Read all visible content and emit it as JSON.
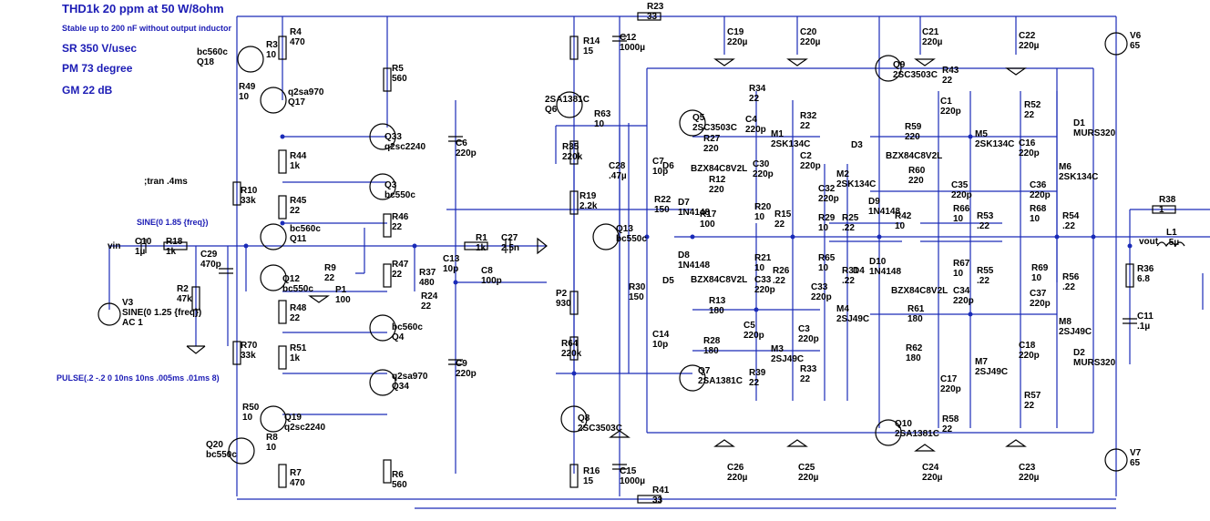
{
  "notes": {
    "thd": "THD1k 20 ppm at 50 W/8ohm",
    "stable": "Stable up to 200 nF without output inductor",
    "sr": "SR 350 V/usec",
    "pm": "PM  73 degree",
    "gm": "GM  22 dB",
    "sine_in": "SINE(0 1.85 {freq})",
    "pulse": "PULSE(.2 -.2 0 10ns 10ns .005ms .01ms 8)",
    "tran": ";tran .4ms"
  },
  "nets": {
    "vin": "vin",
    "vout": "vout"
  },
  "labels": {
    "R4": [
      "R4",
      "470"
    ],
    "R3": [
      "R3",
      "10"
    ],
    "Q18": [
      "bc560c",
      "Q18"
    ],
    "R49": [
      "R49",
      "10"
    ],
    "Q17": [
      "q2sa970",
      "Q17"
    ],
    "R5": [
      "R5",
      "560"
    ],
    "Q33": [
      "Q33",
      "q2sc2240"
    ],
    "R44": [
      "R44",
      "1k"
    ],
    "Q3": [
      "Q3",
      "bc550c"
    ],
    "R10": [
      "R10",
      "33k"
    ],
    "R45": [
      "R45",
      "22"
    ],
    "R46": [
      "R46",
      "22"
    ],
    "Q11": [
      "bc560c",
      "Q11"
    ],
    "R9": [
      "R9",
      "22"
    ],
    "P1": [
      "P1",
      "100"
    ],
    "Q12": [
      "Q12",
      "bc550c"
    ],
    "R48": [
      "R48",
      "22"
    ],
    "R47": [
      "R47",
      "22"
    ],
    "R37": [
      "R37",
      "480"
    ],
    "R24": [
      "R24",
      "22"
    ],
    "C13": [
      "C13",
      "10p"
    ],
    "Q4": [
      "bc560c",
      "Q4"
    ],
    "R51": [
      "R51",
      "1k"
    ],
    "R70": [
      "R70",
      "33k"
    ],
    "Q34": [
      "q2sa970",
      "Q34"
    ],
    "R50": [
      "R50",
      "10"
    ],
    "Q19": [
      "Q19",
      "q2sc2240"
    ],
    "Q20": [
      "Q20",
      "bc550c"
    ],
    "R8": [
      "R8",
      "10"
    ],
    "R7": [
      "R7",
      "470"
    ],
    "R6": [
      "R6",
      "560"
    ],
    "C10": [
      "C10",
      "1µ"
    ],
    "R18": [
      "R18",
      "1k"
    ],
    "R2": [
      "R2",
      "47k"
    ],
    "C29": [
      "C29",
      "470p"
    ],
    "V3": [
      "V3",
      "SINE(0 1.25 {freq})",
      "AC 1"
    ],
    "C6": [
      "C6",
      "220p"
    ],
    "C9": [
      "C9",
      "220p"
    ],
    "R1": [
      "R1",
      "1k"
    ],
    "C27": [
      "C27",
      "2.5n"
    ],
    "C8": [
      "C8",
      "100p"
    ],
    "R14": [
      "R14",
      "15"
    ],
    "C12": [
      "C12",
      "1000µ"
    ],
    "R23": [
      "R23",
      "33"
    ],
    "Q6": [
      "2SA1381C",
      "Q6"
    ],
    "R63": [
      "R63",
      "10"
    ],
    "R35": [
      "R35",
      "220k"
    ],
    "C28": [
      "C28",
      ".47µ"
    ],
    "R19": [
      "R19",
      "2.2k"
    ],
    "Q13": [
      "Q13",
      "bc550c"
    ],
    "P2": [
      "P2",
      "930"
    ],
    "R64": [
      "R64",
      "220k"
    ],
    "Q8": [
      "Q8",
      "2SC3503C"
    ],
    "R16": [
      "R16",
      "15"
    ],
    "C15": [
      "C15",
      "1000µ"
    ],
    "R41": [
      "R41",
      "33"
    ],
    "C19": [
      "C19",
      "220µ"
    ],
    "C20": [
      "C20",
      "220µ"
    ],
    "C21": [
      "C21",
      "220µ"
    ],
    "C22": [
      "C22",
      "220µ"
    ],
    "V6": [
      "V6",
      "65"
    ],
    "V7": [
      "V7",
      "65"
    ],
    "Q5": [
      "Q5",
      "2SC3503C"
    ],
    "C4": [
      "C4",
      "220p"
    ],
    "R34": [
      "R34",
      "22"
    ],
    "M1": [
      "M1",
      "2SK134C"
    ],
    "R27": [
      "R27",
      "220"
    ],
    "BZX1": [
      "BZX84C8V2L"
    ],
    "C30": [
      "C30",
      "220p"
    ],
    "C7": [
      "C7",
      "10p"
    ],
    "D6": [
      "D6"
    ],
    "R32": [
      "R32",
      "22"
    ],
    "C2": [
      "C2",
      "220p"
    ],
    "M2": [
      "M2",
      "2SK134C"
    ],
    "R12": [
      "R12",
      "220"
    ],
    "C32": [
      "C32",
      "220p"
    ],
    "R22": [
      "R22",
      "150"
    ],
    "D7": [
      "D7",
      "1N4148"
    ],
    "R17": [
      "R17",
      "100"
    ],
    "R20": [
      "R20",
      "10"
    ],
    "R15": [
      "R15",
      "22"
    ],
    "R29": [
      "R29",
      "10"
    ],
    "R25": [
      "R25",
      ".22"
    ],
    "D8": [
      "D8",
      "1N4148"
    ],
    "BZX2": [
      "BZX84C8V2L"
    ],
    "D5": [
      "D5"
    ],
    "R30": [
      "R30",
      "150"
    ],
    "R21": [
      "R21",
      "10"
    ],
    "R26": [
      "R26",
      ".22"
    ],
    "C33a": [
      "C33",
      "220p"
    ],
    "R65": [
      "R65",
      "10"
    ],
    "R31": [
      "R31",
      ".22"
    ],
    "C33b": [
      "C33",
      "220p"
    ],
    "M4": [
      "M4",
      "2SJ49C"
    ],
    "R13": [
      "R13",
      "180"
    ],
    "C5": [
      "C5",
      "220p"
    ],
    "C14": [
      "C14",
      "10p"
    ],
    "C3": [
      "C3",
      "220p"
    ],
    "R28": [
      "R28",
      "180"
    ],
    "M3": [
      "M3",
      "2SJ49C"
    ],
    "Q7": [
      "Q7",
      "2SA1381C"
    ],
    "R39": [
      "R39",
      "22"
    ],
    "R33": [
      "R33",
      "22"
    ],
    "Q9": [
      "Q9",
      "2SC3503C"
    ],
    "R43": [
      "R43",
      "22"
    ],
    "C1": [
      "C1",
      "220p"
    ],
    "M5": [
      "M5",
      "2SK134C"
    ],
    "R59": [
      "R59",
      "220"
    ],
    "D3": [
      "D3"
    ],
    "BZX3": [
      "BZX84C8V2L"
    ],
    "R60": [
      "R60",
      "220"
    ],
    "D9": [
      "D9",
      "1N4148"
    ],
    "C35": [
      "C35",
      "220p"
    ],
    "R66": [
      "R66",
      "10"
    ],
    "R53": [
      "R53",
      ".22"
    ],
    "R42": [
      "R42",
      "10"
    ],
    "R52": [
      "R52",
      "22"
    ],
    "C16": [
      "C16",
      "220p"
    ],
    "M6": [
      "M6",
      "2SK134C"
    ],
    "C36": [
      "C36",
      "220p"
    ],
    "R68": [
      "R68",
      "10"
    ],
    "R54": [
      "R54",
      ".22"
    ],
    "D1": [
      "D1",
      "MURS320"
    ],
    "D10": [
      "D10",
      "1N4148"
    ],
    "D4": [
      "D4"
    ],
    "R67": [
      "R67",
      "10"
    ],
    "R55": [
      "R55",
      ".22"
    ],
    "BZX4": [
      "BZX84C8V2L"
    ],
    "C34": [
      "C34",
      "220p"
    ],
    "R69": [
      "R69",
      "10"
    ],
    "R56": [
      "R56",
      ".22"
    ],
    "C37": [
      "C37",
      "220p"
    ],
    "M8": [
      "M8",
      "2SJ49C"
    ],
    "R61": [
      "R61",
      "180"
    ],
    "R62": [
      "R62",
      "180"
    ],
    "M7": [
      "M7",
      "2SJ49C"
    ],
    "C18": [
      "C18",
      "220p"
    ],
    "C17": [
      "C17",
      "220p"
    ],
    "R57": [
      "R57",
      "22"
    ],
    "R58": [
      "R58",
      "22"
    ],
    "Q10": [
      "Q10",
      "2SA1381C"
    ],
    "D2": [
      "D2",
      "MURS320"
    ],
    "C24": [
      "C24",
      "220µ"
    ],
    "C23": [
      "C23",
      "220µ"
    ],
    "C26": [
      "C26",
      "220µ"
    ],
    "C25": [
      "C25",
      "220µ"
    ],
    "R38": [
      "R38",
      "1"
    ],
    "L1": [
      "L1",
      ".5µ"
    ],
    "R36": [
      "R36",
      "6.8"
    ],
    "C11": [
      "C11",
      ".1µ"
    ]
  }
}
